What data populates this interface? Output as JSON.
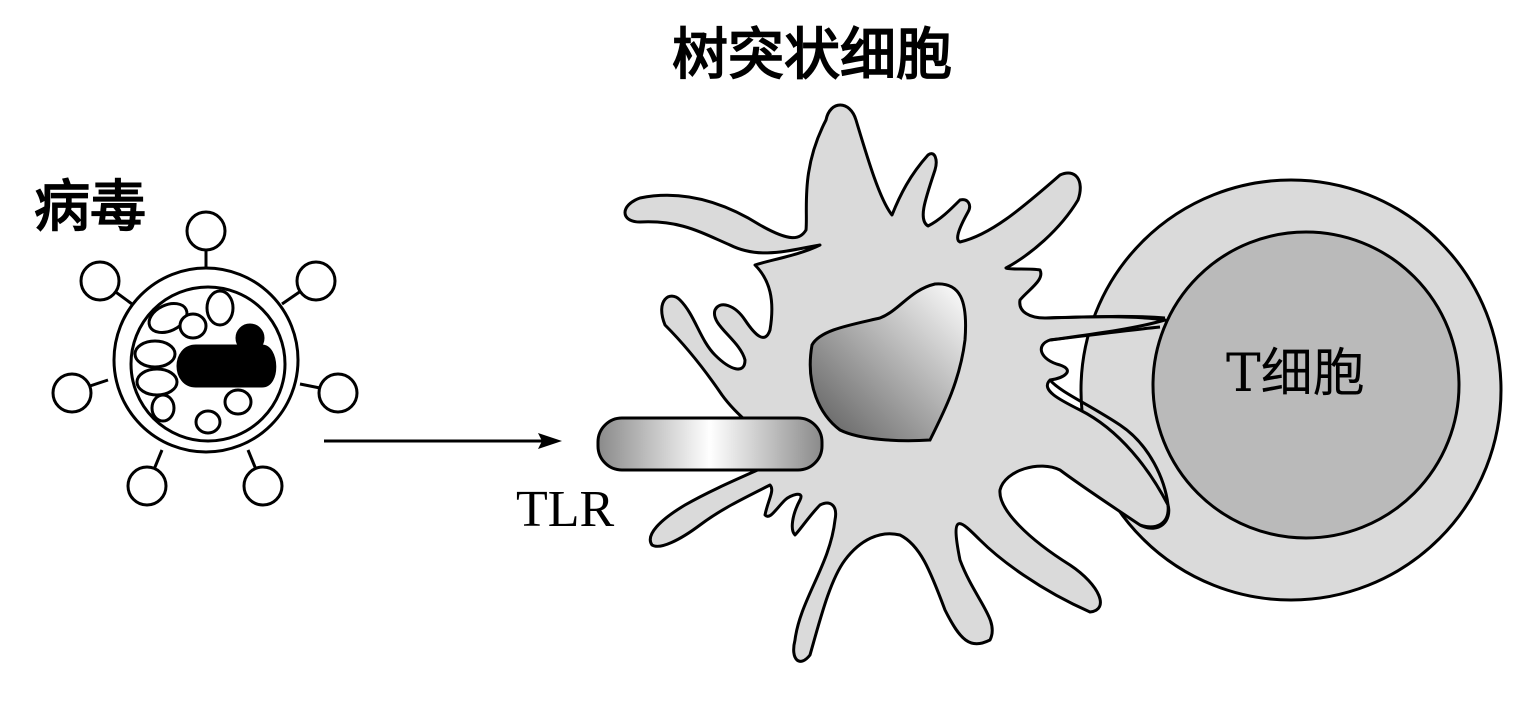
{
  "labels": {
    "dendritic_cell": "树突状细胞",
    "virus": "病毒",
    "tlr": "TLR",
    "t_cell": "T细胞"
  },
  "colors": {
    "cell_fill": "#dadada",
    "t_cell_inner_fill": "#bababa",
    "outline": "#000000",
    "genome_fill": "#000000"
  }
}
